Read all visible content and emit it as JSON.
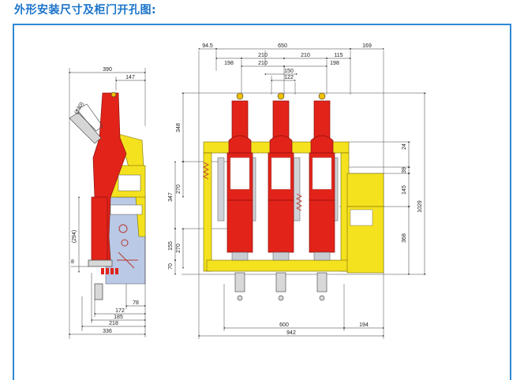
{
  "page_title": "外形安装尺寸及柜门开孔图:",
  "colors": {
    "frame": "#2e88d4",
    "title": "#1a73c9",
    "red": "#e2231a",
    "yellow": "#f5e21f",
    "steel": "#c9cdd3",
    "blue_panel": "#b9c9e6",
    "dim_line": "#333333"
  },
  "side_view": {
    "dims": {
      "top_width": "390",
      "top_offset": "147",
      "angle_label": "(130)",
      "height_label": "(294)",
      "small_label": "8",
      "b78": "78",
      "b172": "172",
      "b185": "185",
      "b218": "218",
      "b336": "336"
    }
  },
  "front_view": {
    "dims": {
      "d94_5": "94.5",
      "d650": "650",
      "d169": "169",
      "d198a": "198",
      "d210a": "210",
      "d210b": "210",
      "d115": "115",
      "d210c": "210",
      "d150": "150",
      "d122": "122",
      "d198b": "198",
      "d348": "348",
      "d24": "24",
      "d347": "347",
      "d270a": "270",
      "d39": "39",
      "d145": "145",
      "d1029": "1029",
      "d270b": "270",
      "d155": "155",
      "d368": "368",
      "d70": "70",
      "d600": "600",
      "d194": "194",
      "d942": "942"
    }
  }
}
